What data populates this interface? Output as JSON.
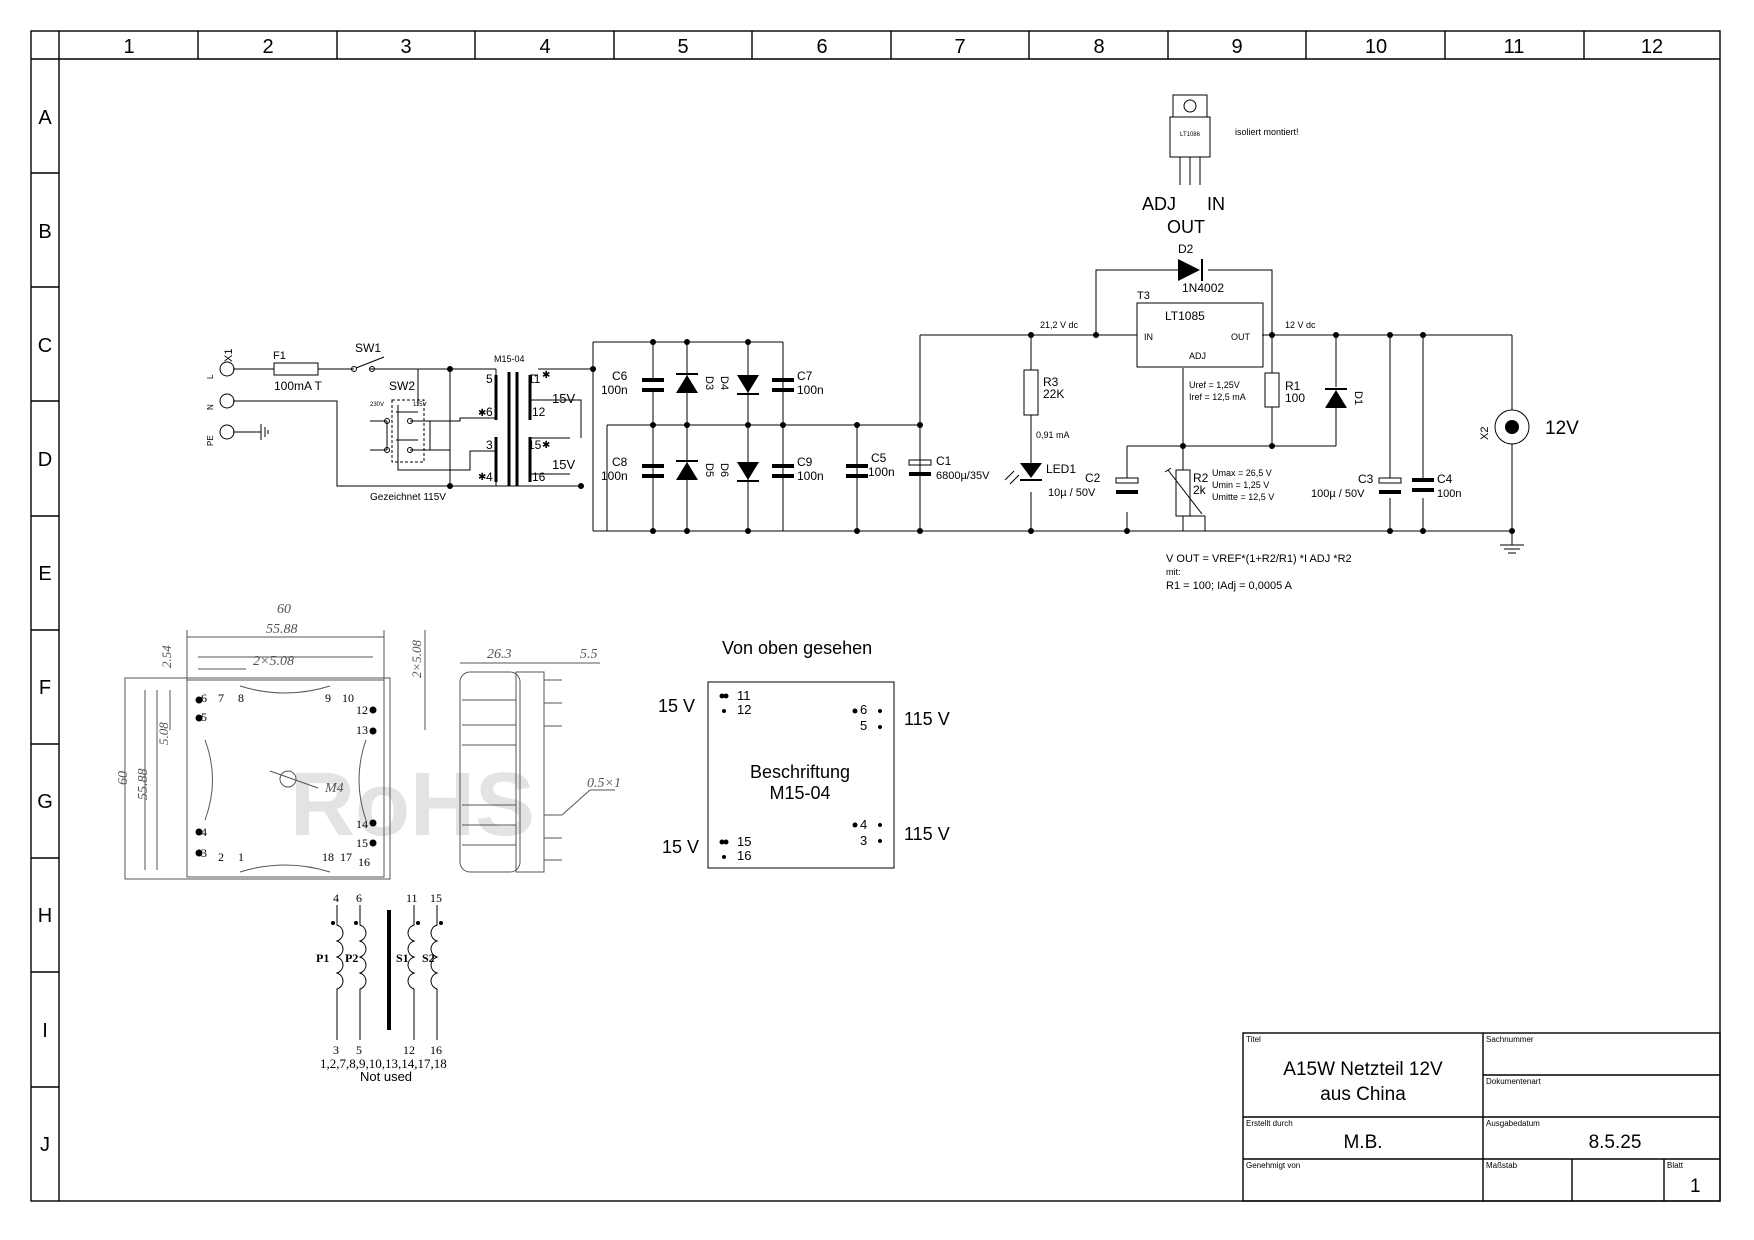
{
  "frame": {
    "columns": [
      "1",
      "2",
      "3",
      "4",
      "5",
      "6",
      "7",
      "8",
      "9",
      "10",
      "11",
      "12"
    ],
    "rows": [
      "A",
      "B",
      "C",
      "D",
      "E",
      "F",
      "G",
      "H",
      "I",
      "J"
    ]
  },
  "regulator_package": {
    "chip_label": "LT1086",
    "note": "isoliert montiert!",
    "pin_adj": "ADJ",
    "pin_in": "IN",
    "pin_out": "OUT"
  },
  "schematic": {
    "x1": "X1",
    "x1_l": "L",
    "x1_n": "N",
    "x1_pe": "PE",
    "f1": "F1",
    "f1_value": "100mA T",
    "sw1": "SW1",
    "sw2": "SW2",
    "sw2_230": "230V",
    "sw2_115": "115V",
    "wired_note": "Gezeichnet 115V",
    "transformer": "M15-04",
    "t_pin5": "5",
    "t_pin6": "6",
    "t_pin3": "3",
    "t_pin4": "4",
    "t_pin11": "11",
    "t_pin12": "12",
    "t_pin15": "15",
    "t_pin16": "16",
    "t_sec1": "15V",
    "t_sec2": "15V",
    "c6": "C6",
    "c6_v": "100n",
    "c7": "C7",
    "c7_v": "100n",
    "c8": "C8",
    "c8_v": "100n",
    "c9": "C9",
    "c9_v": "100n",
    "d3": "D3",
    "d4": "D4",
    "d5": "D5",
    "d6": "D6",
    "c5": "C5",
    "c5_v": "100n",
    "c1": "C1",
    "c1_v": "6800µ/35V",
    "v_in_dc": "21,2 V dc",
    "r3": "R3",
    "r3_v": "22K",
    "led_current": "0,91 mA",
    "led1": "LED1",
    "d2": "D2",
    "d2_v": "1N4002",
    "t3": "T3",
    "t3_part": "LT1085",
    "t3_in": "IN",
    "t3_out": "OUT",
    "t3_adj": "ADJ",
    "v_out_dc": "12 V dc",
    "uref": "Uref = 1,25V",
    "iref": "Iref = 12,5 mA",
    "r1": "R1",
    "r1_v": "100",
    "d1": "D1",
    "c2": "C2",
    "c2_v": "10µ / 50V",
    "r2": "R2",
    "r2_v": "2k",
    "umax": "Umax = 26,5 V",
    "umin": "Umin = 1,25 V",
    "umitte": "Umitte = 12,5 V",
    "c3": "C3",
    "c3_v": "100µ / 50V",
    "c4": "C4",
    "c4_v": "100n",
    "x2": "X2",
    "out_voltage": "12V",
    "formula_1": "V OUT = VREF*(1+R2/R1) *I ADJ *R2",
    "formula_2": "mit:",
    "formula_3": "R1 = 100; IAdj =  0,0005 A"
  },
  "drawing": {
    "dim_60_top": "60",
    "dim_5588_top": "55.88",
    "dim_2x508": "2×5.08",
    "dim_254": "2.54",
    "dim_2x508_r": "2×5.08",
    "dim_60_left": "60",
    "dim_5588_left": "55.88",
    "dim_508_left": "5.08",
    "dim_263": "26.3",
    "dim_55": "5.5",
    "dim_05x1": "0.5×1",
    "mount_label": "M4",
    "watermark": "RoHS",
    "pins_top": [
      "7",
      "8",
      "9",
      "10"
    ],
    "pins_left": [
      "6",
      "5",
      "4",
      "3"
    ],
    "pins_right": [
      "12",
      "13",
      "14",
      "15"
    ],
    "pins_bottom": [
      "2",
      "1",
      "18",
      "17",
      "16"
    ],
    "winding_top": [
      "4",
      "6",
      "11",
      "15"
    ],
    "winding_bottom": [
      "3",
      "5",
      "12",
      "16"
    ],
    "winding_names": [
      "P1",
      "P2",
      "S1",
      "S2"
    ],
    "unused_pins": "1,2,7,8,9,10,13,14,17,18",
    "unused_label": "Not used"
  },
  "top_view": {
    "title": "Von oben gesehen",
    "label_line1": "Beschriftung",
    "label_line2": "M15-04",
    "left_top_voltage": "15 V",
    "left_bottom_voltage": "15 V",
    "right_top_voltage": "115 V",
    "right_bottom_voltage": "115 V",
    "pin11": "11",
    "pin12": "12",
    "pin15": "15",
    "pin16": "16",
    "pin6": "6",
    "pin5": "5",
    "pin4": "4",
    "pin3": "3"
  },
  "title_block": {
    "titel_label": "Titel",
    "title_line1": "A15W Netzteil 12V",
    "title_line2": "aus China",
    "sachnummer_label": "Sachnummer",
    "dokumentenart_label": "Dokumentenart",
    "erstellt_label": "Erstellt durch",
    "author": "M.B.",
    "ausgabedatum_label": "Ausgabedatum",
    "date": "8.5.25",
    "genehmigt_label": "Genehmigt von",
    "massstab_label": "Maßstab",
    "blatt_label": "Blatt",
    "sheet_number": "1"
  }
}
